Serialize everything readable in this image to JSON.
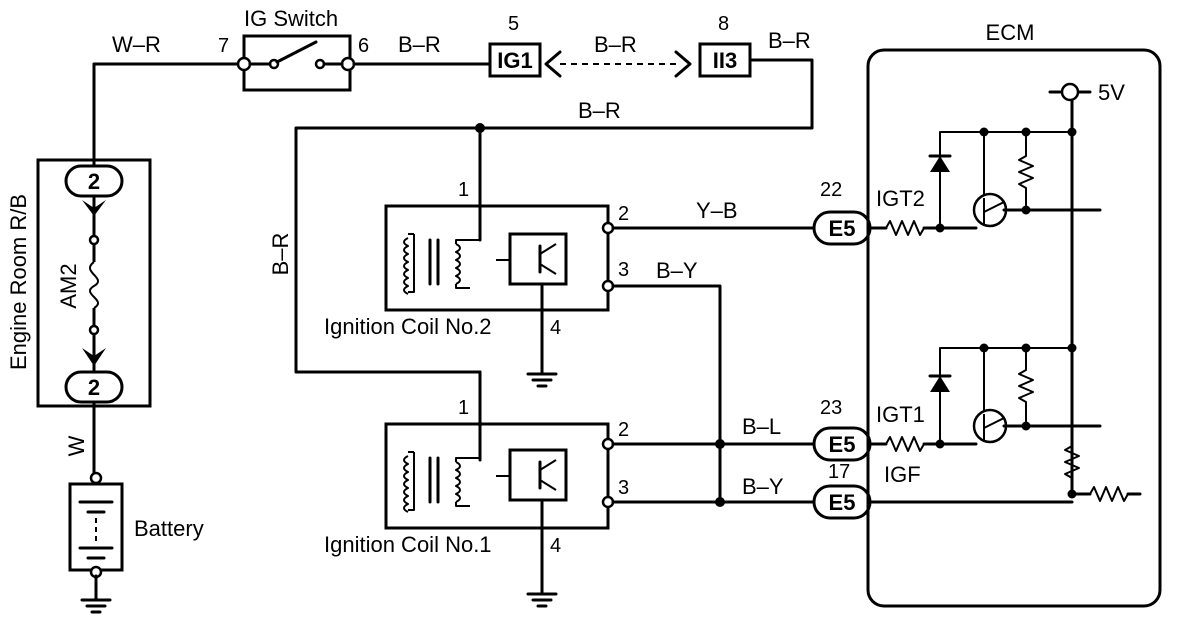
{
  "labels": {
    "ig_switch": "IG Switch",
    "ecm": "ECM",
    "v5": "5V",
    "engine_room_rb": "Engine Room R/B",
    "am2": "AM2",
    "battery": "Battery",
    "ignition_coil_2": "Ignition Coil No.2",
    "ignition_coil_1": "Ignition Coil No.1",
    "igt2": "IGT2",
    "igt1": "IGT1",
    "igf": "IGF"
  },
  "wires": {
    "wr": "W–R",
    "br_switch_ig1": "B–R",
    "br_ig1_ii3": "B–R",
    "br_right": "B–R",
    "br_bus": "B–R",
    "br_vertical": "B–R",
    "yb": "Y–B",
    "by_top": "B–Y",
    "bl": "B–L",
    "by_bottom": "B–Y",
    "w": "W"
  },
  "connectors": {
    "ig1": "IG1",
    "ii3": "II3",
    "rb_top": "2",
    "rb_bottom": "2",
    "e5_igt2": "E5",
    "e5_igt1": "E5",
    "e5_igf": "E5"
  },
  "pins": {
    "sw_7": "7",
    "sw_6": "6",
    "ig1_5": "5",
    "ii3_8": "8",
    "c2_1": "1",
    "c2_2": "2",
    "c2_3": "3",
    "c2_4": "4",
    "c1_1": "1",
    "c1_2": "2",
    "c1_3": "3",
    "c1_4": "4",
    "e5_22": "22",
    "e5_23": "23",
    "e5_17": "17"
  }
}
